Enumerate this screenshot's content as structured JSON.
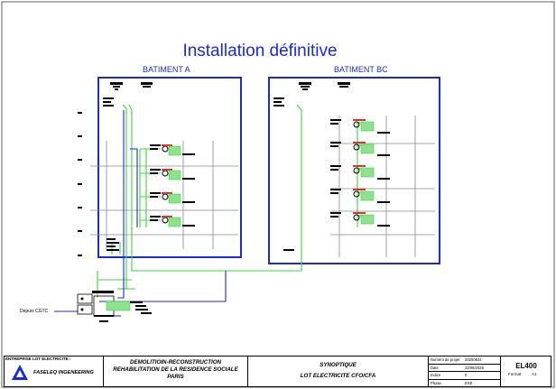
{
  "diagram": {
    "title": "Installation définitive",
    "building_a": "BATIMENT A",
    "building_bc": "BATIMENT BC",
    "source_label": "Depuis CGTC",
    "colors": {
      "frame": "#1a2bd6",
      "cable_green": "#3bd83b",
      "cable_blue": "#1a2bd6",
      "cable_red": "#e03030",
      "grid": "#8a8a8a",
      "device": "#000000"
    }
  },
  "title_block": {
    "company_label": "ENTREPRISE LOT ELECTRICITE :",
    "company_name": "FASELEQ INGENEERING",
    "project_line1": "DEMOLITIOIN-RECONSTRUCTION",
    "project_line2": "REHABILITATION DE LA RESIDENCE SOCIALE",
    "project_line3": "PARIS",
    "drawing_line1": "SYNOPTIQUE",
    "drawing_line2": "LOT ELECTRICITE CFO/CFA",
    "meta": [
      {
        "key": "Numéro de projet",
        "value": "20250924"
      },
      {
        "key": "Date",
        "value": "22/08/2025"
      },
      {
        "key": "Indice",
        "value": "0"
      },
      {
        "key": "Phase",
        "value": "EXE"
      }
    ],
    "code": "EL400",
    "format_label": "Format",
    "format_value": "A1"
  }
}
